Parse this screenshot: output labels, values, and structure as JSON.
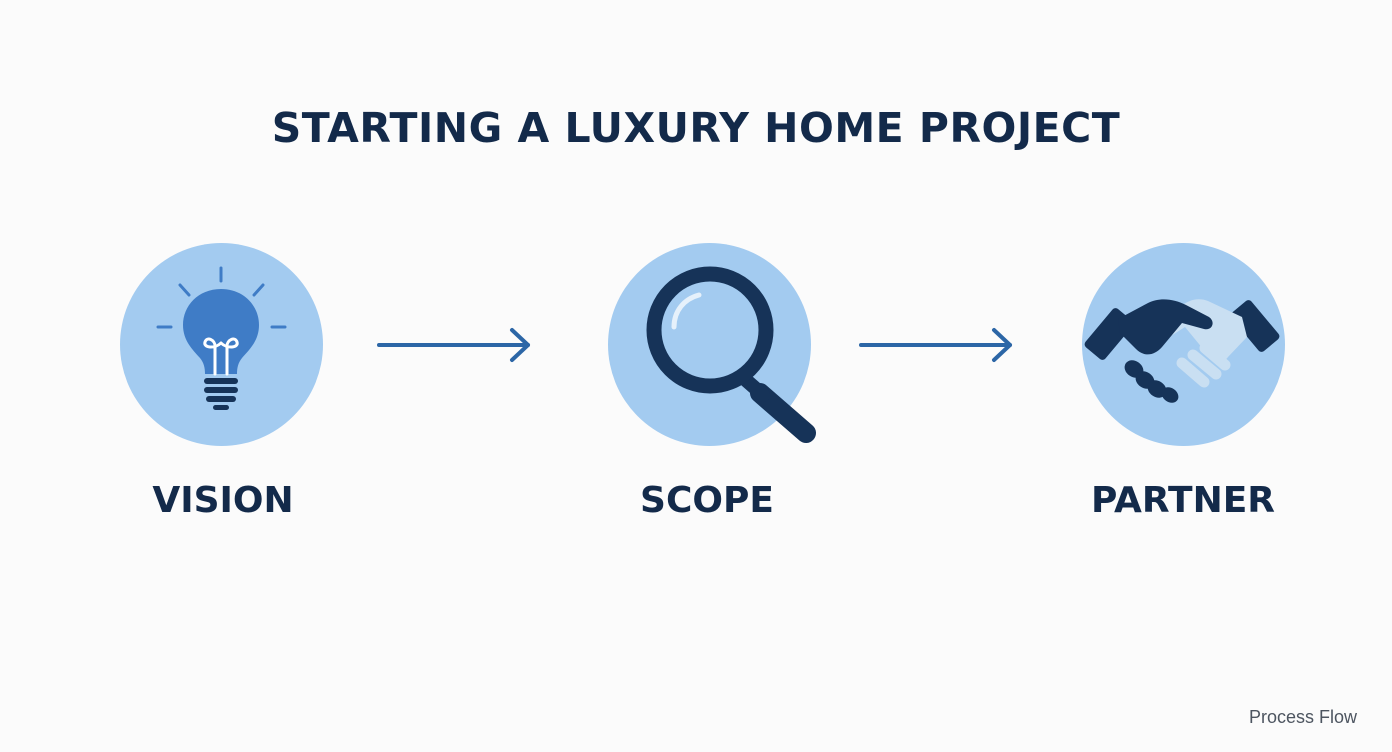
{
  "title": "STARTING A LUXURY HOME PROJECT",
  "steps": [
    {
      "label": "VISION",
      "icon": "lightbulb-icon"
    },
    {
      "label": "SCOPE",
      "icon": "magnifying-glass-icon"
    },
    {
      "label": "PARTNER",
      "icon": "handshake-icon"
    }
  ],
  "footer": "Process Flow",
  "colors": {
    "title": "#132a4a",
    "circle": "#a3cbf0",
    "arrow": "#2c66a6",
    "icon_dark": "#163358",
    "icon_mid": "#3f7cc6",
    "icon_light": "#c9dff2"
  }
}
